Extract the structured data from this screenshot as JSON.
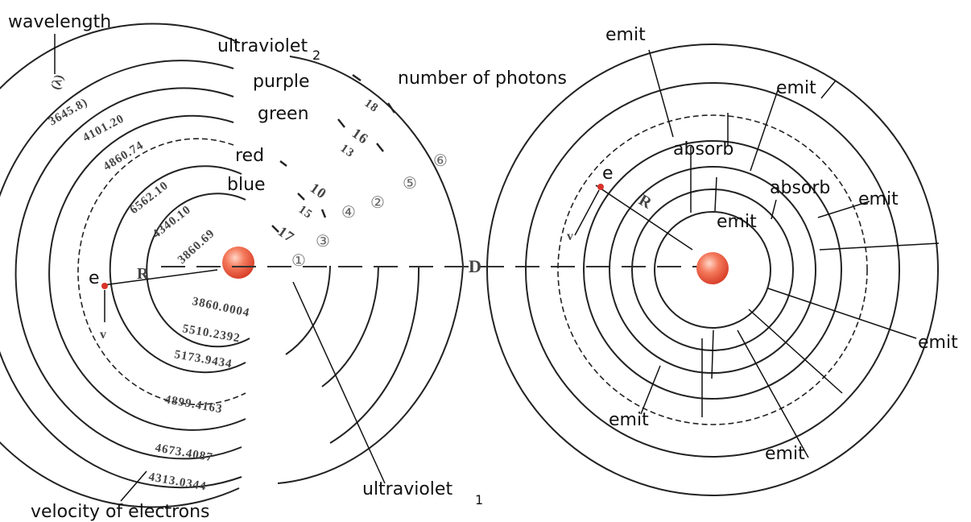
{
  "left_atom": {
    "labels": {
      "wavelength": "wavelength",
      "ultraviolet2": "ultraviolet",
      "ultraviolet2_sub": "2",
      "purple": "purple",
      "green": "green",
      "red": "red",
      "blue": "blue",
      "number_of_photons": "number of photons",
      "ultraviolet1": "ultraviolet",
      "ultraviolet1_sub": "1",
      "velocity_of_electrons": "velocity of electrons",
      "electron": "e",
      "velocity_v": "v",
      "radius_R": "R",
      "lambda": "(λ)"
    },
    "wavelengths_upper": [
      "3645.8)",
      "4101.20",
      "4860.74",
      "6562.10",
      "4340.10",
      "3860.69"
    ],
    "wavelengths_lower": [
      "3860.0004",
      "5510.2392",
      "5173.9434",
      "4899.4163",
      "4673.4087",
      "4313.0344"
    ],
    "photon_counts": [
      "18",
      "16",
      "13",
      "10",
      "15",
      "17"
    ],
    "circled_numbers": [
      "⑥",
      "⑤",
      "②",
      "④",
      "③",
      "①"
    ]
  },
  "center_label": "D",
  "right_atom": {
    "labels": {
      "emit_top": "emit",
      "emit_upper_right": "emit",
      "absorb_1": "absorb",
      "absorb_2": "absorb",
      "emit_inner": "emit",
      "emit_right": "emit",
      "emit_far_right": "emit",
      "emit_bottom_left": "emit",
      "emit_bottom": "emit",
      "electron": "e",
      "velocity_v": "v",
      "radius_R": "R"
    }
  },
  "colors": {
    "nucleus": "#e8523a",
    "nucleus_highlight": "#ffb9a0",
    "electron": "#d8322a",
    "ink": "#111111"
  }
}
